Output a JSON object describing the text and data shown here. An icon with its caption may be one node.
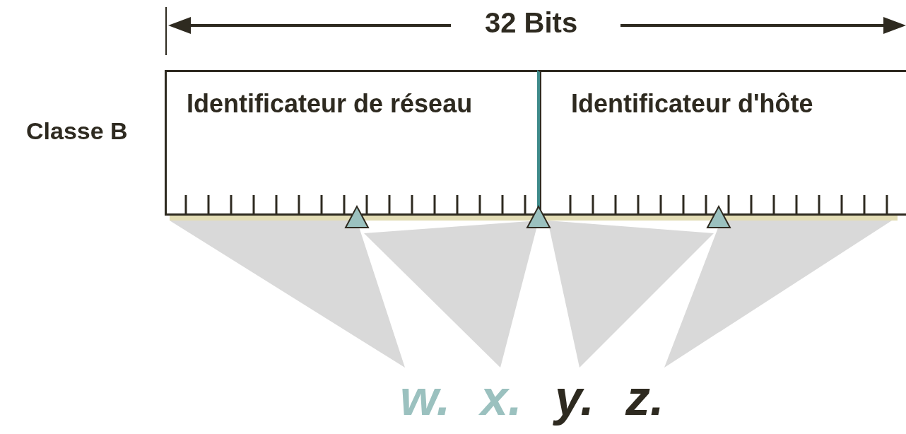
{
  "diagram": {
    "nodes": [
      {
        "text": [
          "Identificateur de réseau"
        ]
      },
      {
        "text": [
          "Identificateur d'hôte"
        ]
      }
    ],
    "labels": [
      "32 Bits",
      "Classe B",
      "w.",
      "x.",
      "y.",
      "z."
    ]
  }
}
